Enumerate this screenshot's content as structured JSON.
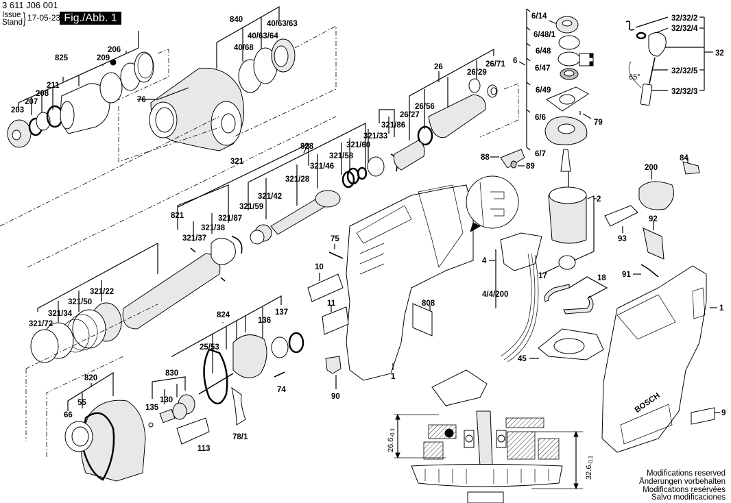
{
  "header": {
    "document_number": "3 611 J06 001",
    "issue_label_en": "Issue",
    "issue_label_de": "Stand",
    "issue_date": "17-05-23",
    "figure_label": "Fig./Abb. 1"
  },
  "footer": {
    "lines": [
      "Modifications reserved",
      "Änderungen vorbehalten",
      "Modifications resérvées",
      "Salvo modificaciones"
    ]
  },
  "callouts": {
    "g825": [
      "825",
      "203",
      "207",
      "208",
      "211",
      "209",
      "206"
    ],
    "g840": [
      "840",
      "40/68",
      "40/63/64",
      "40/63/63"
    ],
    "p76": "76",
    "g26": [
      "26",
      "26/27",
      "26/56",
      "26/29",
      "26/71"
    ],
    "g6": [
      "6",
      "6/14",
      "6/48/1",
      "6/48",
      "6/47",
      "6/49",
      "6/6",
      "6/7"
    ],
    "p79": "79",
    "g32": [
      "32",
      "32/32/2",
      "32/32/4",
      "32/32/5",
      "32/32/3"
    ],
    "angle": "65°",
    "g321": [
      "321",
      "828",
      "321/28",
      "321/46",
      "321/58",
      "321/60",
      "321/33",
      "321/86",
      "321/42",
      "321/59"
    ],
    "g821": [
      "821",
      "321/87",
      "321/38",
      "321/37",
      "321/22",
      "321/50",
      "321/34",
      "321/72"
    ],
    "p88": "88",
    "p89": "89",
    "p84": "84",
    "p200": "200",
    "p93": "93",
    "p92": "92",
    "p2": "2",
    "p17": "17",
    "p18": "18",
    "p91": "91",
    "p1_right": "1",
    "p4": "4",
    "p4_4_200": "4/4/200",
    "p75": "75",
    "p10": "10",
    "p11": "11",
    "p808": "808",
    "p1_left": "1",
    "p90": "90",
    "p45": "45",
    "p9": "9",
    "g824": [
      "824",
      "136",
      "137",
      "25/53",
      "830",
      "130",
      "135",
      "74",
      "113",
      "78/1"
    ],
    "g820": [
      "820",
      "55",
      "66"
    ]
  },
  "detail_view": {
    "dimension_left": "26.6",
    "dimension_left_tol": "-0.1",
    "dimension_right": "32.6",
    "dimension_right_tol": "-0.1"
  },
  "branding": {
    "housing_logo": "BOSCH"
  }
}
